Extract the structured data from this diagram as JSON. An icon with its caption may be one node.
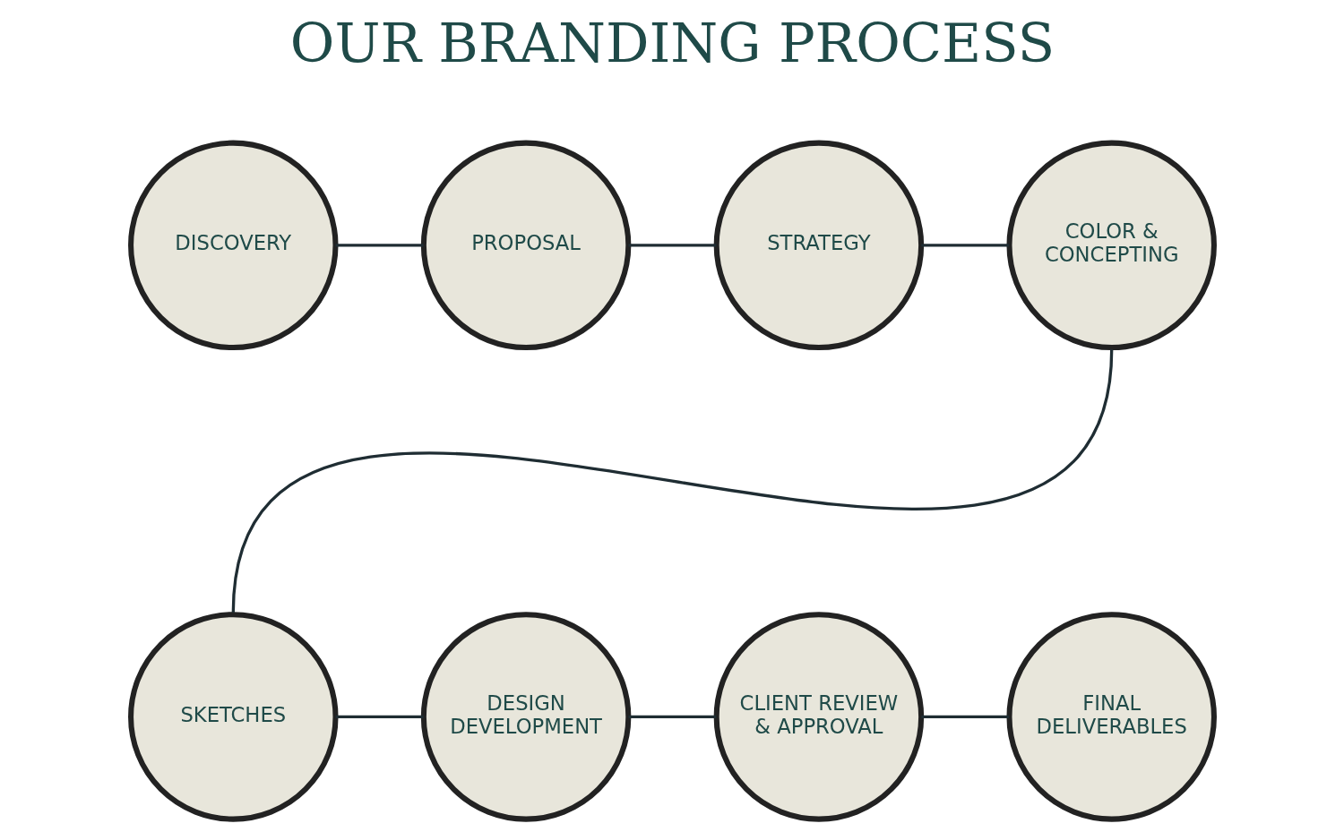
{
  "diagram": {
    "title": "OUR BRANDING PROCESS",
    "nodes": [
      {
        "text": [
          "DISCOVERY"
        ]
      },
      {
        "text": [
          "PROPOSAL"
        ]
      },
      {
        "text": [
          "STRATEGY"
        ]
      },
      {
        "text": [
          "COLOR & CONCEPTING"
        ]
      },
      {
        "text": [
          "SKETCHES"
        ]
      },
      {
        "text": [
          "DESIGN DEVELOPMENT"
        ]
      },
      {
        "text": [
          "CLIENT REVIEW & APPROVAL"
        ]
      },
      {
        "text": [
          "FINAL DELIVERABLES"
        ]
      }
    ],
    "edges": [
      {
        "from": 0,
        "to": 1,
        "arrow": "none"
      },
      {
        "from": 1,
        "to": 2,
        "arrow": "none"
      },
      {
        "from": 2,
        "to": 3,
        "arrow": "none"
      },
      {
        "from": 3,
        "to": 4,
        "arrow": "none"
      },
      {
        "from": 4,
        "to": 5,
        "arrow": "none"
      },
      {
        "from": 5,
        "to": 6,
        "arrow": "none"
      },
      {
        "from": 6,
        "to": 7,
        "arrow": "none"
      }
    ]
  }
}
